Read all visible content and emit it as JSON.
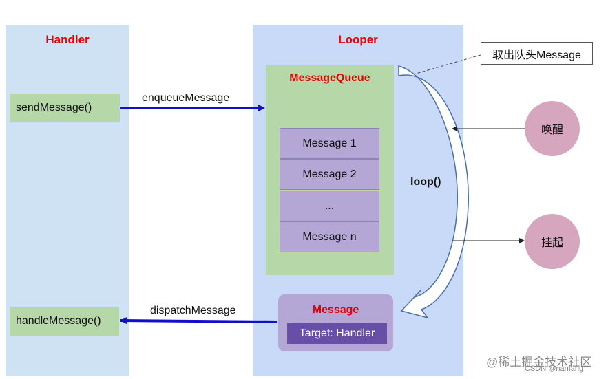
{
  "handler": {
    "title": "Handler",
    "send_label": "sendMessage()",
    "handle_label": "handleMessage()"
  },
  "looper": {
    "title": "Looper",
    "queue": {
      "title": "MessageQueue",
      "items": [
        "Message 1",
        "Message 2",
        "...",
        "Message n"
      ]
    },
    "message": {
      "title": "Message",
      "target": "Target: Handler"
    },
    "loop_label": "loop()"
  },
  "edges": {
    "enqueue": "enqueueMessage",
    "dispatch": "dispatchMessage"
  },
  "callout": "取出队头Message",
  "states": {
    "wake": "唤醒",
    "suspend": "挂起"
  },
  "watermark": {
    "main": "@稀土掘金技术社区",
    "sub": "CSDN @nanfang"
  },
  "colors": {
    "handler_panel": "#cfe2f3",
    "looper_panel": "#c9daf8",
    "green": "#b6d7a8",
    "purple": "#b4a7d6",
    "dark_purple": "#674ea7",
    "pink": "#d5a6bd",
    "title_red": "#e60000",
    "arrow_blue": "#1010cc"
  }
}
